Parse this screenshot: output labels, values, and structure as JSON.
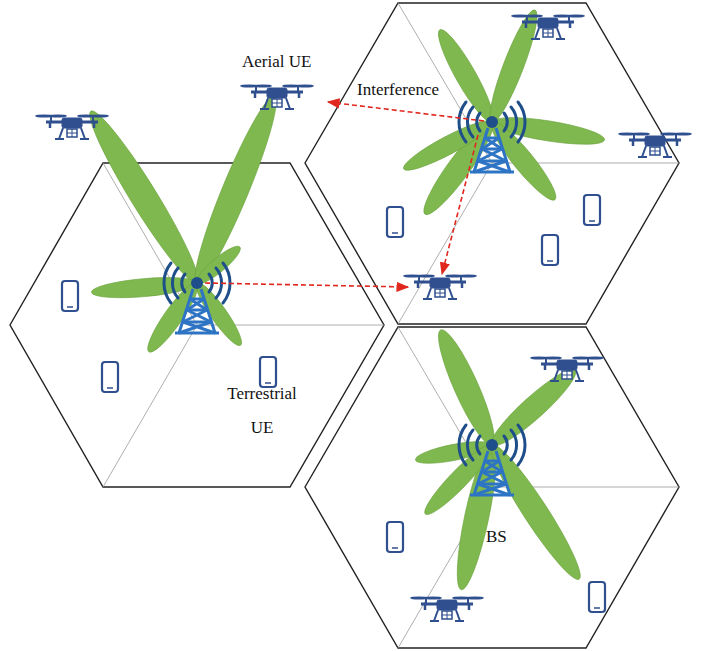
{
  "diagram": {
    "labels": [
      "Aerial UE",
      "Interference",
      "Terrestrial UE",
      "BS"
    ]
  }
}
